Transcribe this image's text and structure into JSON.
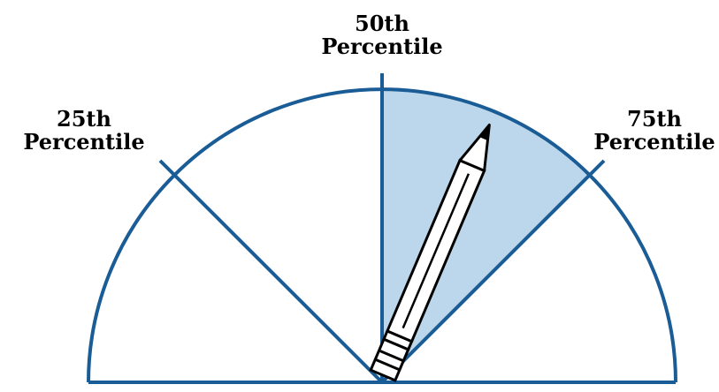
{
  "labels": {
    "p25": {
      "line1": "25th",
      "line2": "Percentile"
    },
    "p50": {
      "line1": "50th",
      "line2": "Percentile"
    },
    "p75": {
      "line1": "75th",
      "line2": "Percentile"
    }
  },
  "colors": {
    "outline": "#1a5c96",
    "highlight": "#bcd7ec",
    "pencil_stroke": "#000000",
    "pencil_fill": "#ffffff"
  }
}
